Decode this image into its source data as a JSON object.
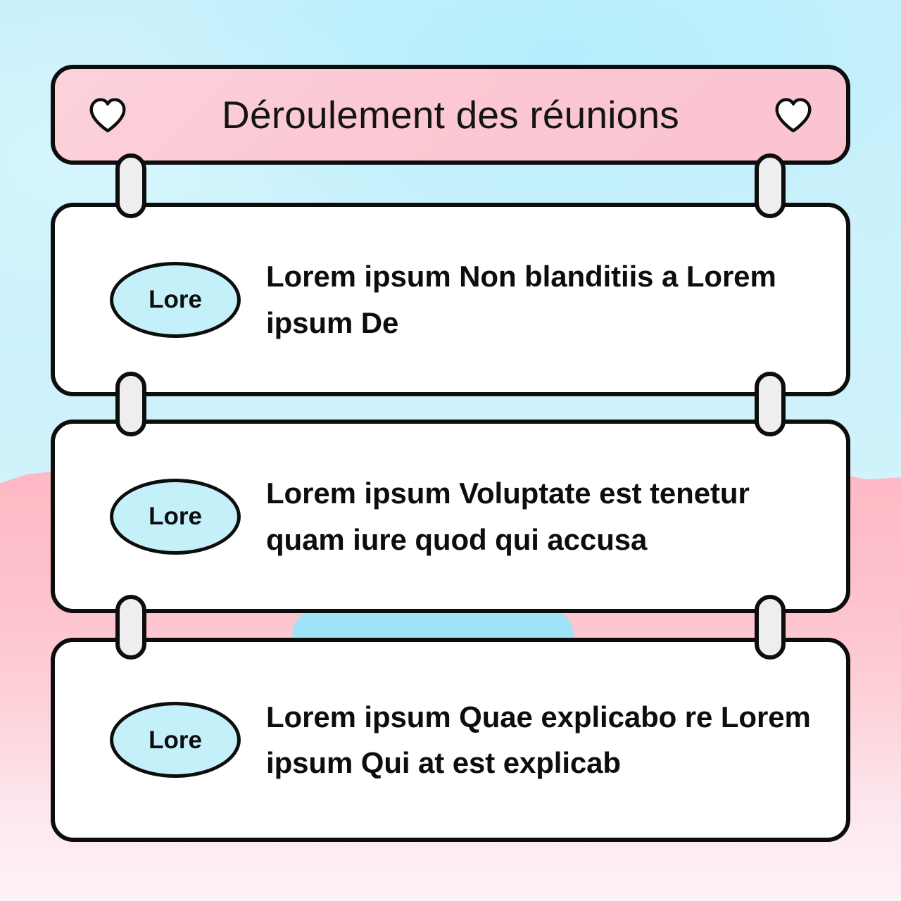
{
  "header": {
    "title": "Déroulement des réunions",
    "left_icon": "heart-icon",
    "right_icon": "heart-icon",
    "background_color": "#fbc8d3"
  },
  "theme": {
    "sky_color": "#c9f0fb",
    "ground_color": "#fdbcc7",
    "card_background": "#ffffff",
    "outline_color": "#0d0d0d",
    "badge_color": "#c4f0f9",
    "connector_color": "#eeeeee"
  },
  "cards": [
    {
      "badge_label": "Lore",
      "text": "Lorem ipsum Non blanditiis a Lorem ipsum De"
    },
    {
      "badge_label": "Lore",
      "text": "Lorem ipsum Voluptate est tenetur quam iure quod qui accusa"
    },
    {
      "badge_label": "Lore",
      "text": "Lorem ipsum Quae explicabo re Lorem ipsum Qui at est explicab"
    }
  ]
}
